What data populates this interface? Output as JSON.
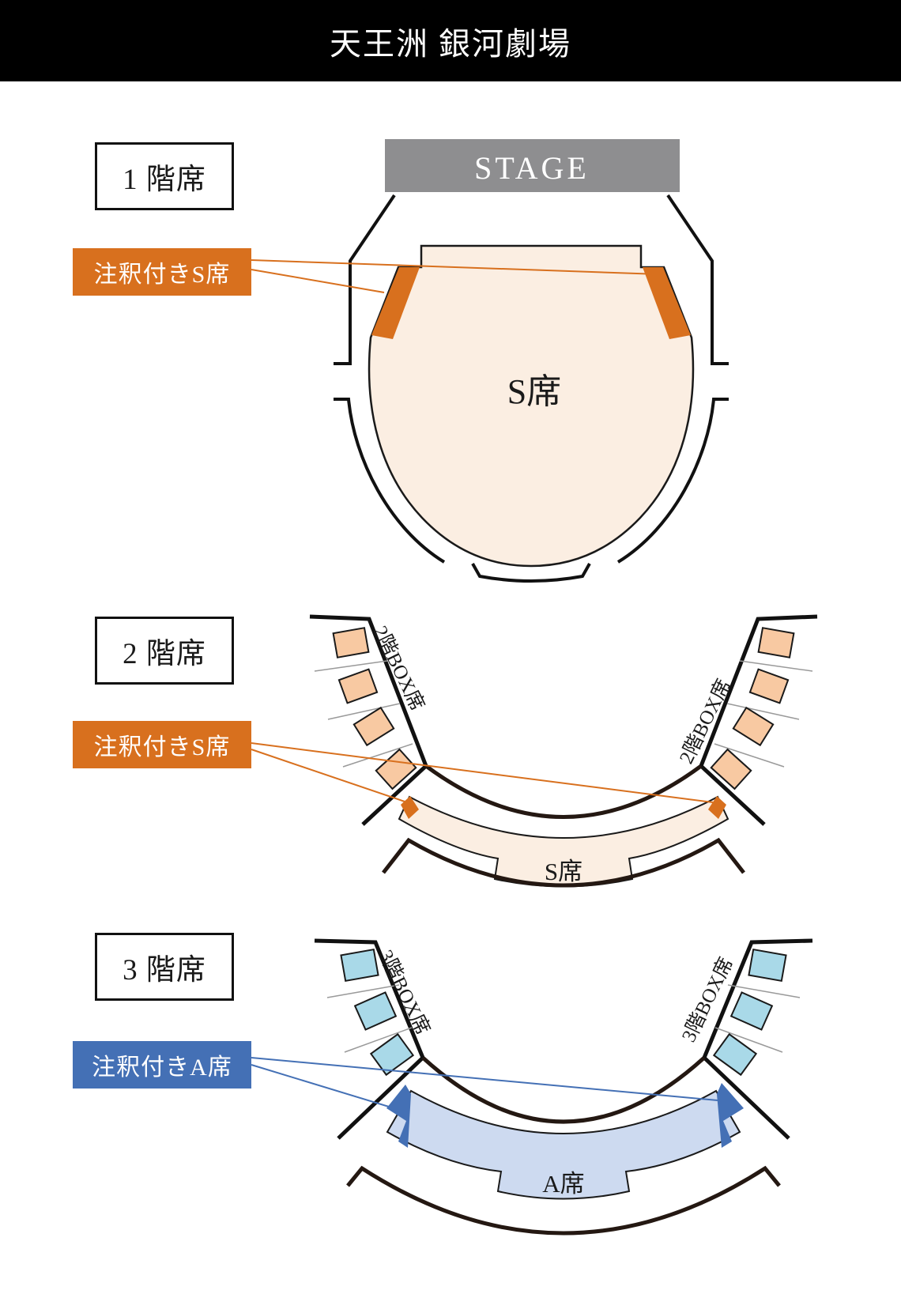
{
  "header": {
    "title": "天王洲 銀河劇場"
  },
  "colors": {
    "header_bg": "#000000",
    "header_text": "#ffffff",
    "stage_gray": "#8E8E90",
    "wall_black": "#111111",
    "wall_dark": "#241812",
    "divider_gray": "#9a9a9a",
    "orange_accent": "#D8701E",
    "blue_accent": "#4470B5",
    "seat_peach": "#FBEEE2",
    "box_peach": "#F8C9A2",
    "seat_blue": "#CDDAF0",
    "box_blue": "#A9D9E8"
  },
  "sections": [
    {
      "id": "floor1",
      "label": "1 階席",
      "annotation": {
        "text": "注釈付きS席",
        "color": "#D8701E"
      },
      "stage_label": "STAGE",
      "seat_label": "S席"
    },
    {
      "id": "floor2",
      "label": "2 階席",
      "annotation": {
        "text": "注釈付きS席",
        "color": "#D8701E"
      },
      "box_label": "2階BOX席",
      "seat_label": "S席"
    },
    {
      "id": "floor3",
      "label": "3 階席",
      "annotation": {
        "text": "注釈付きA席",
        "color": "#4470B5"
      },
      "box_label": "3階BOX席",
      "seat_label": "A席"
    }
  ]
}
